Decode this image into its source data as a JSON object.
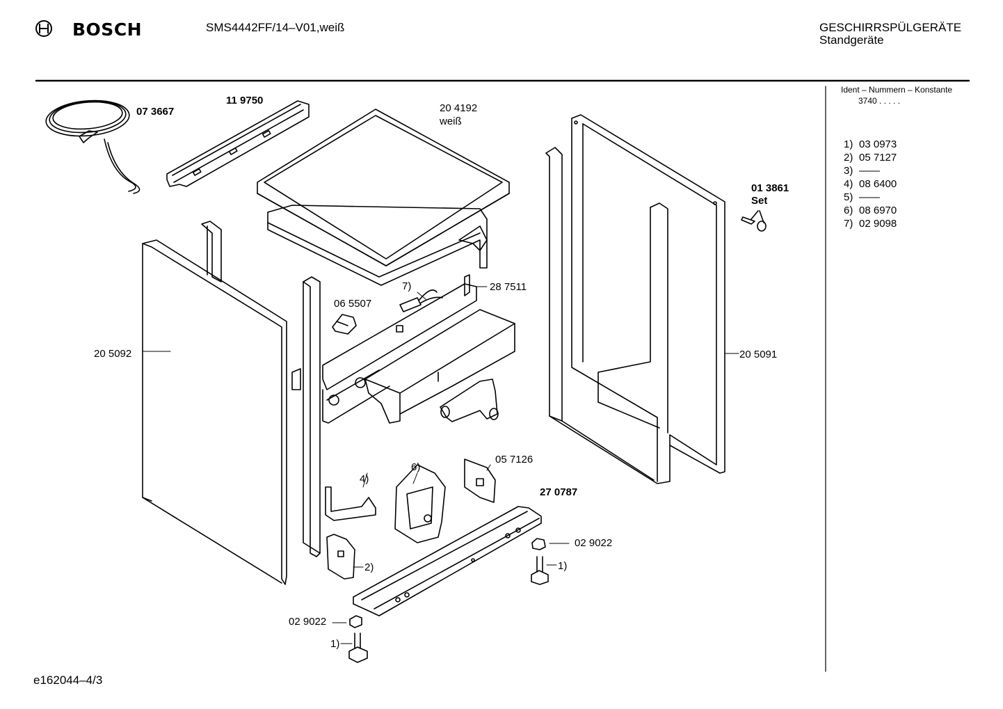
{
  "header": {
    "brand": "BOSCH",
    "model": "SMS4442FF/14–V01,weiß",
    "category_line1": "GESCHIRRSPÜLGERÄTE",
    "category_line2": "Standgeräte"
  },
  "side_panel": {
    "title": "Ident – Nummern – Konstante",
    "constant": "3740 .  .  .  .  .",
    "legend": [
      {
        "key": "1)",
        "value": "03 0973"
      },
      {
        "key": "2)",
        "value": "05 7127"
      },
      {
        "key": "3)",
        "value": "——"
      },
      {
        "key": "4)",
        "value": "08 6400"
      },
      {
        "key": "5)",
        "value": "——"
      },
      {
        "key": "6)",
        "value": "08 6970"
      },
      {
        "key": "7)",
        "value": "02 9098"
      }
    ]
  },
  "parts": {
    "p073667": "07 3667",
    "p119750": "11 9750",
    "p204192": "20 4192",
    "p204192_color": "weiß",
    "p013861": "01 3861",
    "p013861_set": "Set",
    "p287511": "28 7511",
    "p065507": "06 5507",
    "n7": "7)",
    "p205092": "20 5092",
    "p205091": "20 5091",
    "p057126": "05 7126",
    "n4": "4)",
    "n6": "6)",
    "p270787": "27 0787",
    "p029022a": "02 9022",
    "n1a": "1)",
    "n2": "2)",
    "p029022b": "02 9022",
    "n1b": "1)"
  },
  "footer": {
    "doc_id": "e162044–4/3"
  }
}
